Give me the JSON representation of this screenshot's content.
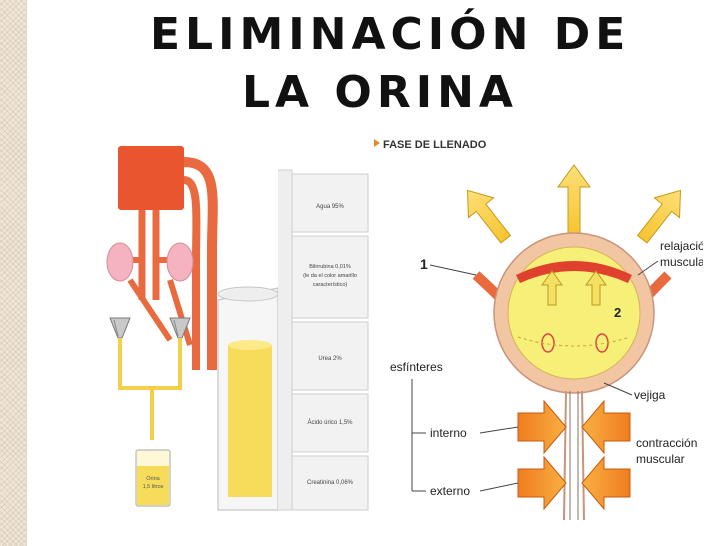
{
  "title": {
    "line1": "ELIMINACIÓN DE",
    "line2": "LA ORINA"
  },
  "composition_panel": {
    "items": [
      {
        "text": [
          "Agua 95%"
        ]
      },
      {
        "text": [
          "Bilirrubina 0,01%",
          "(le da el color amarillo",
          "característico)"
        ]
      },
      {
        "text": [
          "Urea 2%"
        ]
      },
      {
        "text": [
          "Ácido úrico 1,5%"
        ]
      },
      {
        "text": [
          "Creatinina 0,06%"
        ]
      }
    ],
    "beaker_label": [
      "Orina",
      "1,5 litros"
    ]
  },
  "phase_panel": {
    "heading": "FASE DE LLENADO",
    "marker_1": "1",
    "marker_2": "2",
    "labels": {
      "relajacion_1": "relajación",
      "relajacion_2": "muscular",
      "esfinteres": "esfínteres",
      "vejiga": "vejiga",
      "interno": "interno",
      "externo": "externo",
      "contraccion_1": "contracción",
      "contraccion_2": "muscular"
    }
  },
  "colors": {
    "organ_red": "#e8552e",
    "vessel_red": "#e96a3f",
    "kidney_pink": "#f4b3bf",
    "urine_yellow": "#f6dc5a",
    "bladder_wall": "#f3c6a3",
    "arrow_yellow": "#f6c430",
    "arrow_orange": "#f07d1f",
    "text_dark": "#222222"
  },
  "icons": [
    "arrow-up-icon",
    "arrow-left-icon",
    "arrow-right-icon",
    "play-bullet-icon",
    "funnel-icon"
  ]
}
